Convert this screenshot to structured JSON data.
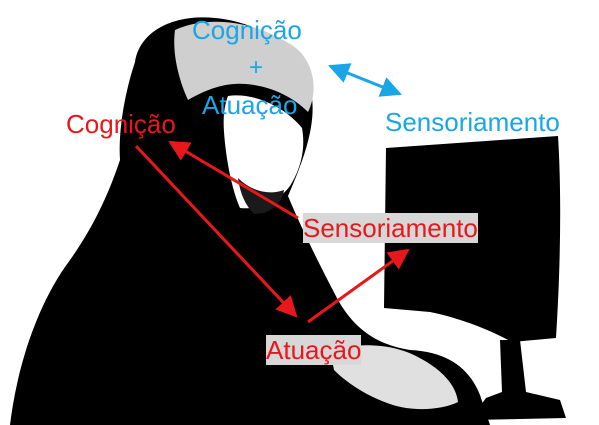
{
  "colors": {
    "top": "#1aa6e6",
    "flow": "#e8171b"
  },
  "top_labels": {
    "cognicao": "Cognição",
    "plus": "+",
    "atuacao": "Atuação",
    "sensoriamento": "Sensoriamento"
  },
  "loop_labels": {
    "cognicao": "Cognição",
    "sensoriamento": "Sensoriamento",
    "atuacao": "Atuação"
  }
}
